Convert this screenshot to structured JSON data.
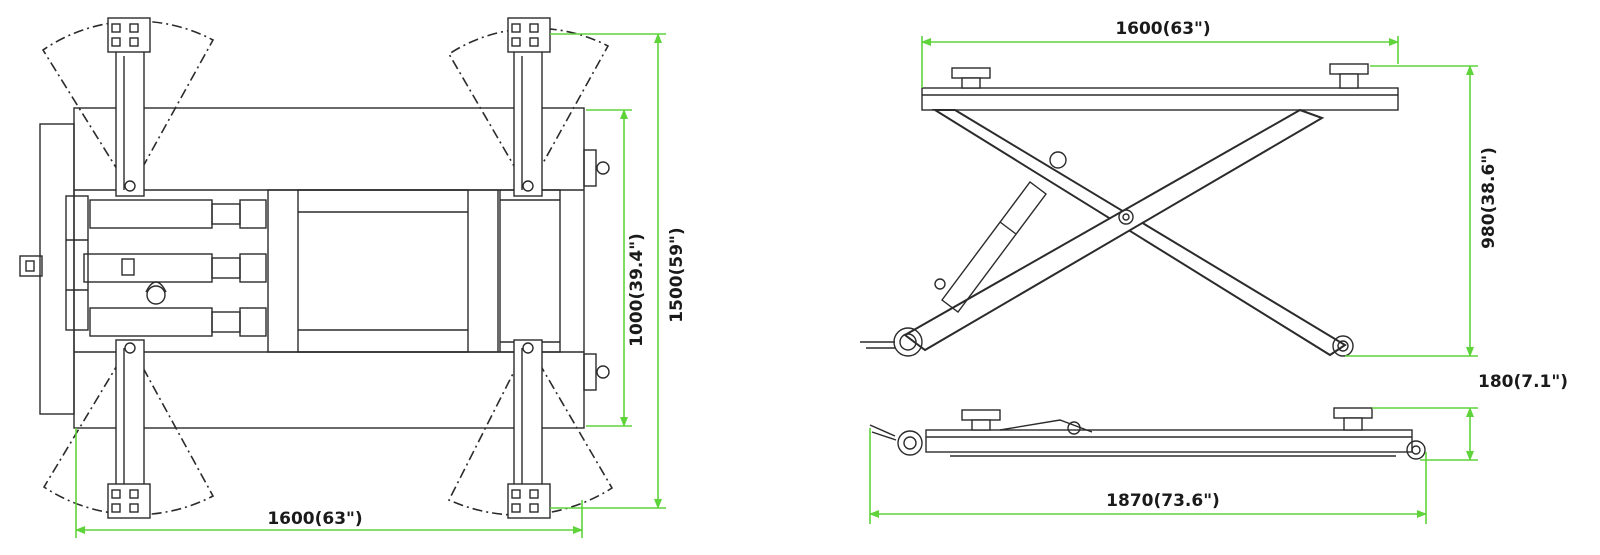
{
  "colors": {
    "dimension": "#5fd33a",
    "line": "#2b2b2b"
  },
  "dimensions": {
    "top_width": "1600(63\")",
    "top_inner_height": "1000(39.4\")",
    "top_outer_height": "1500(59\")",
    "side_width": "1600(63\")",
    "side_raised_height": "980(38.6\")",
    "side_lowered_height": "180(7.1\")",
    "side_length": "1870(73.6\")"
  }
}
